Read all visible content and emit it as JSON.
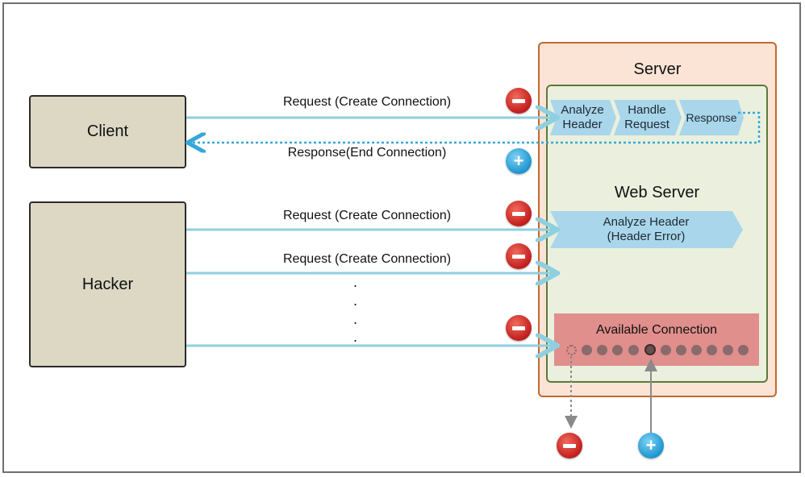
{
  "client_label": "Client",
  "hacker_label": "Hacker",
  "server_label": "Server",
  "web_server_label": "Web Server",
  "arrows": {
    "request_1": "Request (Create Connection)",
    "response": "Response(End Connection)",
    "request_2": "Request (Create Connection)",
    "request_3": "Request (Create Connection)"
  },
  "pipeline": {
    "step1": [
      "Analyze",
      "Header"
    ],
    "step2": [
      "Handle",
      "Request"
    ],
    "step3": "Response"
  },
  "error_stage": [
    "Analyze Header",
    "(Header Error)"
  ],
  "available_connection_label": "Available Connection",
  "dots": ".",
  "colors": {
    "actor_fill": "#dcd8c4",
    "server_fill": "#fbe4d6",
    "web_server_fill": "#eaf0dd",
    "arrow": "#8fcfe0",
    "chevron": "#a9d6ea",
    "pool_fill": "#e08f8c",
    "minus_badge": "#c21d1d",
    "plus_badge": "#1d95cf"
  },
  "icons": [
    "minus-circle-icon",
    "plus-circle-icon"
  ]
}
